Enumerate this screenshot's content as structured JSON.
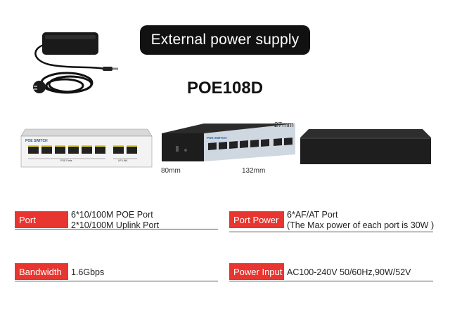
{
  "banner": {
    "label": "External power supply"
  },
  "product": {
    "model": "POE108D"
  },
  "device": {
    "panel_label": "POE SWITCH",
    "port_group_label": "POE Ports",
    "uplink_label": "UP LINK"
  },
  "dimensions": {
    "height": "27mm",
    "depth": "80mm",
    "width": "132mm"
  },
  "specs": {
    "port": {
      "label": "Port",
      "line1": "6*10/100M POE Port",
      "line2": "2*10/100M Uplink Port"
    },
    "port_power": {
      "label": "Port Power",
      "line1": "6*AF/AT Port",
      "line2": "(The Max power of each port is 30W )"
    },
    "bandwidth": {
      "label": "Bandwidth",
      "value": "1.6Gbps"
    },
    "power_input": {
      "label": "Power Input",
      "value": "AC100-240V 50/60Hz,90W/52V"
    }
  },
  "colors": {
    "accent": "#e8352f",
    "banner_bg": "#111111",
    "port_yellow": "#e6d21e"
  }
}
